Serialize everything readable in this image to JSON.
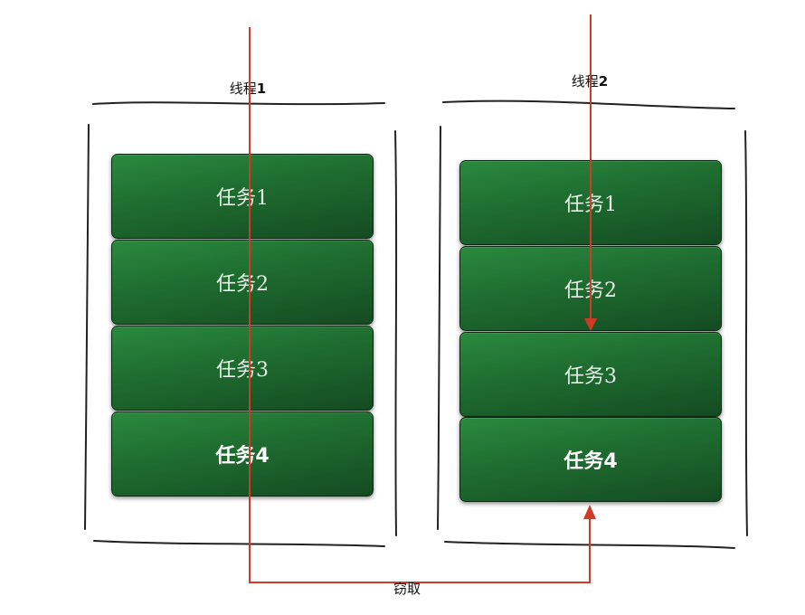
{
  "threads": [
    {
      "title_prefix": "线程",
      "title_number": "1",
      "tasks": [
        "任务1",
        "任务2",
        "任务3",
        "任务4"
      ]
    },
    {
      "title_prefix": "线程",
      "title_number": "2",
      "tasks": [
        "任务1",
        "任务2",
        "任务3",
        "任务4"
      ]
    }
  ],
  "steal_label": "窃取",
  "colors": {
    "task_fill": "#1e6c2f",
    "task_text": "#e8efe9",
    "arrow": "#d23a26",
    "sketch_line": "#222222"
  }
}
